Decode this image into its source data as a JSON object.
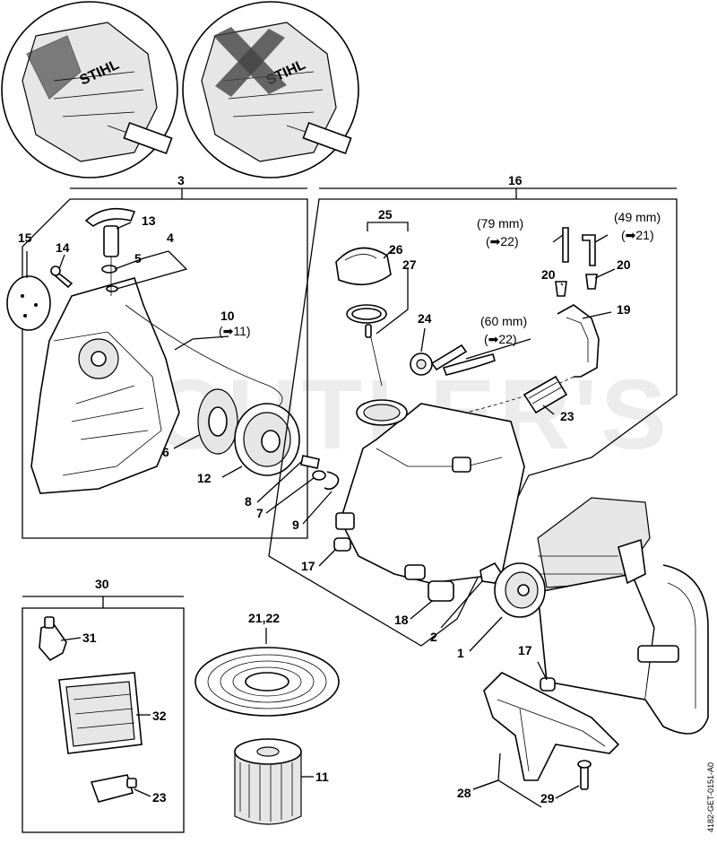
{
  "figure": {
    "watermark": "CUTLER'S",
    "drawing_code": "4182-GET-0151-A0",
    "inset_brand": "STIHL"
  },
  "callouts": [
    {
      "id": "c3",
      "text": "3"
    },
    {
      "id": "c16",
      "text": "16"
    },
    {
      "id": "c25",
      "text": "25"
    },
    {
      "id": "c26",
      "text": "26"
    },
    {
      "id": "c27",
      "text": "27"
    },
    {
      "id": "c13",
      "text": "13"
    },
    {
      "id": "c4",
      "text": "4"
    },
    {
      "id": "c5",
      "text": "5"
    },
    {
      "id": "c15",
      "text": "15"
    },
    {
      "id": "c14",
      "text": "14"
    },
    {
      "id": "c10",
      "text": "10"
    },
    {
      "id": "c6",
      "text": "6"
    },
    {
      "id": "c12",
      "text": "12"
    },
    {
      "id": "c8",
      "text": "8"
    },
    {
      "id": "c7",
      "text": "7"
    },
    {
      "id": "c9",
      "text": "9"
    },
    {
      "id": "c24",
      "text": "24"
    },
    {
      "id": "c20a",
      "text": "20"
    },
    {
      "id": "c20b",
      "text": "20"
    },
    {
      "id": "c19",
      "text": "19"
    },
    {
      "id": "c23a",
      "text": "23"
    },
    {
      "id": "c17a",
      "text": "17"
    },
    {
      "id": "c18",
      "text": "18"
    },
    {
      "id": "c2",
      "text": "2"
    },
    {
      "id": "c1",
      "text": "1"
    },
    {
      "id": "c17b",
      "text": "17"
    },
    {
      "id": "c30",
      "text": "30"
    },
    {
      "id": "c31",
      "text": "31"
    },
    {
      "id": "c32",
      "text": "32"
    },
    {
      "id": "c23b",
      "text": "23"
    },
    {
      "id": "c2122",
      "text": "21,22"
    },
    {
      "id": "c11",
      "text": "11"
    },
    {
      "id": "c28",
      "text": "28"
    },
    {
      "id": "c29",
      "text": "29"
    }
  ],
  "notes": [
    {
      "id": "n10",
      "text": "(➡11)"
    },
    {
      "id": "n79",
      "text": "(79 mm)"
    },
    {
      "id": "n79ref",
      "text": "(➡22)"
    },
    {
      "id": "n49",
      "text": "(49 mm)"
    },
    {
      "id": "n49ref",
      "text": "(➡21)"
    },
    {
      "id": "n60",
      "text": "(60 mm)"
    },
    {
      "id": "n60ref",
      "text": "(➡22)"
    }
  ]
}
